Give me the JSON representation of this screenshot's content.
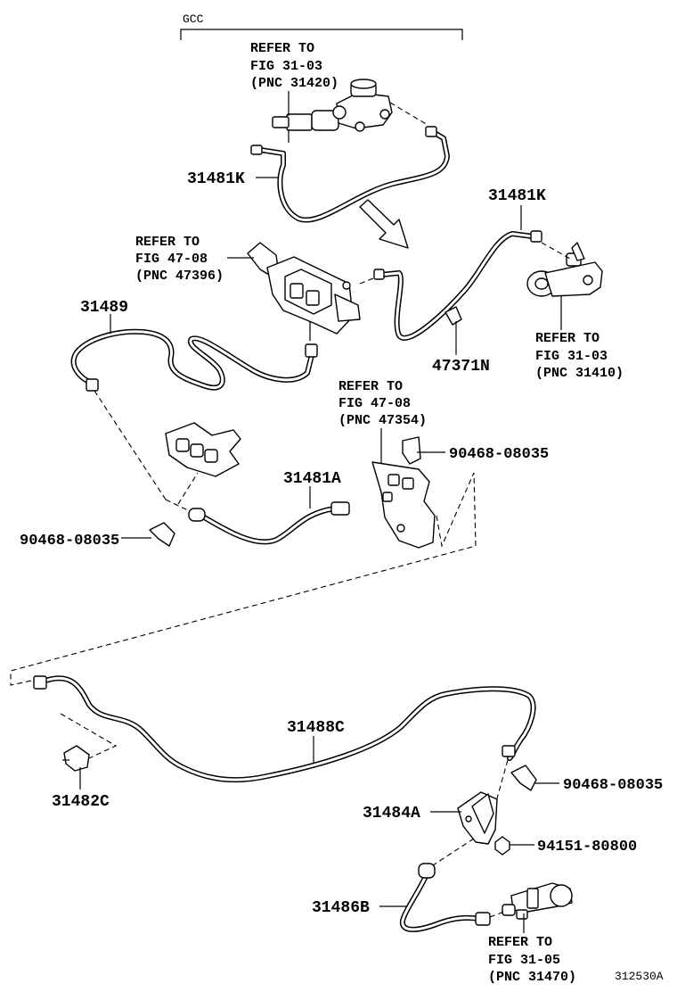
{
  "header": {
    "region": "GCC"
  },
  "references": [
    {
      "line1": "REFER TO",
      "line2": "FIG 31-03",
      "line3": "(PNC 31420)"
    },
    {
      "line1": "REFER TO",
      "line2": "FIG 47-08",
      "line3": "(PNC 47396)"
    },
    {
      "line1": "REFER TO",
      "line2": "FIG 31-03",
      "line3": "(PNC 31410)"
    },
    {
      "line1": "REFER TO",
      "line2": "FIG 47-08",
      "line3": "(PNC 47354)"
    },
    {
      "line1": "REFER TO",
      "line2": "FIG 31-05",
      "line3": "(PNC 31470)"
    }
  ],
  "parts": {
    "p31481K_a": "31481K",
    "p31481K_b": "31481K",
    "p31489": "31489",
    "p47371N": "47371N",
    "p90468_a": "90468-08035",
    "p31481A": "31481A",
    "p90468_b": "90468-08035",
    "p31488C": "31488C",
    "p31482C": "31482C",
    "p90468_c": "90468-08035",
    "p31484A": "31484A",
    "p94151": "94151-80800",
    "p31486B": "31486B"
  },
  "figure_id": "312530A"
}
